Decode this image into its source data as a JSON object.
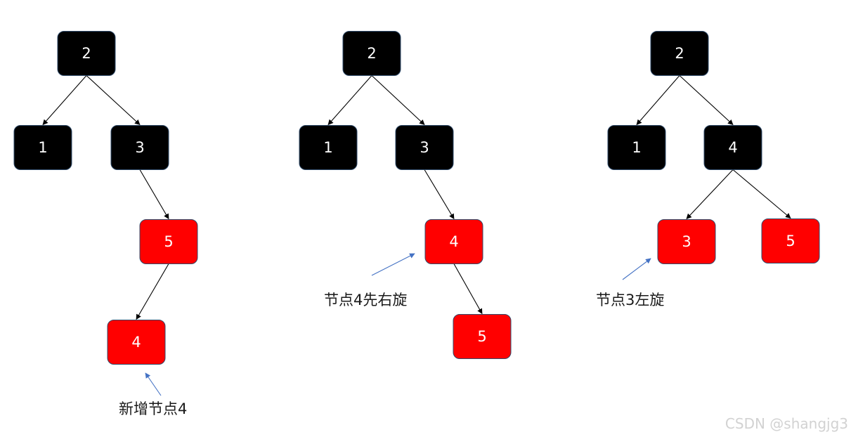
{
  "colors": {
    "black_node": "#000000",
    "red_node": "#ff0000",
    "node_border": "#2f4b6b",
    "edge": "#000000",
    "annotation_arrow": "#4472c4",
    "node_text": "#ffffff",
    "watermark": "#d2d2d2"
  },
  "trees": [
    {
      "nodes": [
        {
          "id": "2",
          "label": "2",
          "color": "black"
        },
        {
          "id": "1",
          "label": "1",
          "color": "black"
        },
        {
          "id": "3",
          "label": "3",
          "color": "black"
        },
        {
          "id": "5",
          "label": "5",
          "color": "red"
        },
        {
          "id": "4",
          "label": "4",
          "color": "red"
        }
      ],
      "edges": [
        [
          "2",
          "1"
        ],
        [
          "2",
          "3"
        ],
        [
          "3",
          "5"
        ],
        [
          "5",
          "4"
        ]
      ],
      "annotation": {
        "text": "新增节点4",
        "target": "4"
      }
    },
    {
      "nodes": [
        {
          "id": "2",
          "label": "2",
          "color": "black"
        },
        {
          "id": "1",
          "label": "1",
          "color": "black"
        },
        {
          "id": "3",
          "label": "3",
          "color": "black"
        },
        {
          "id": "4",
          "label": "4",
          "color": "red"
        },
        {
          "id": "5",
          "label": "5",
          "color": "red"
        }
      ],
      "edges": [
        [
          "2",
          "1"
        ],
        [
          "2",
          "3"
        ],
        [
          "3",
          "4"
        ],
        [
          "4",
          "5"
        ]
      ],
      "annotation": {
        "text": "节点4先右旋",
        "target": "4"
      }
    },
    {
      "nodes": [
        {
          "id": "2",
          "label": "2",
          "color": "black"
        },
        {
          "id": "1",
          "label": "1",
          "color": "black"
        },
        {
          "id": "4",
          "label": "4",
          "color": "black"
        },
        {
          "id": "3",
          "label": "3",
          "color": "red"
        },
        {
          "id": "5",
          "label": "5",
          "color": "red"
        }
      ],
      "edges": [
        [
          "2",
          "1"
        ],
        [
          "2",
          "4"
        ],
        [
          "4",
          "3"
        ],
        [
          "4",
          "5"
        ]
      ],
      "annotation": {
        "text": "节点3左旋",
        "target": "3"
      }
    }
  ],
  "watermark": "CSDN @shangjg3"
}
